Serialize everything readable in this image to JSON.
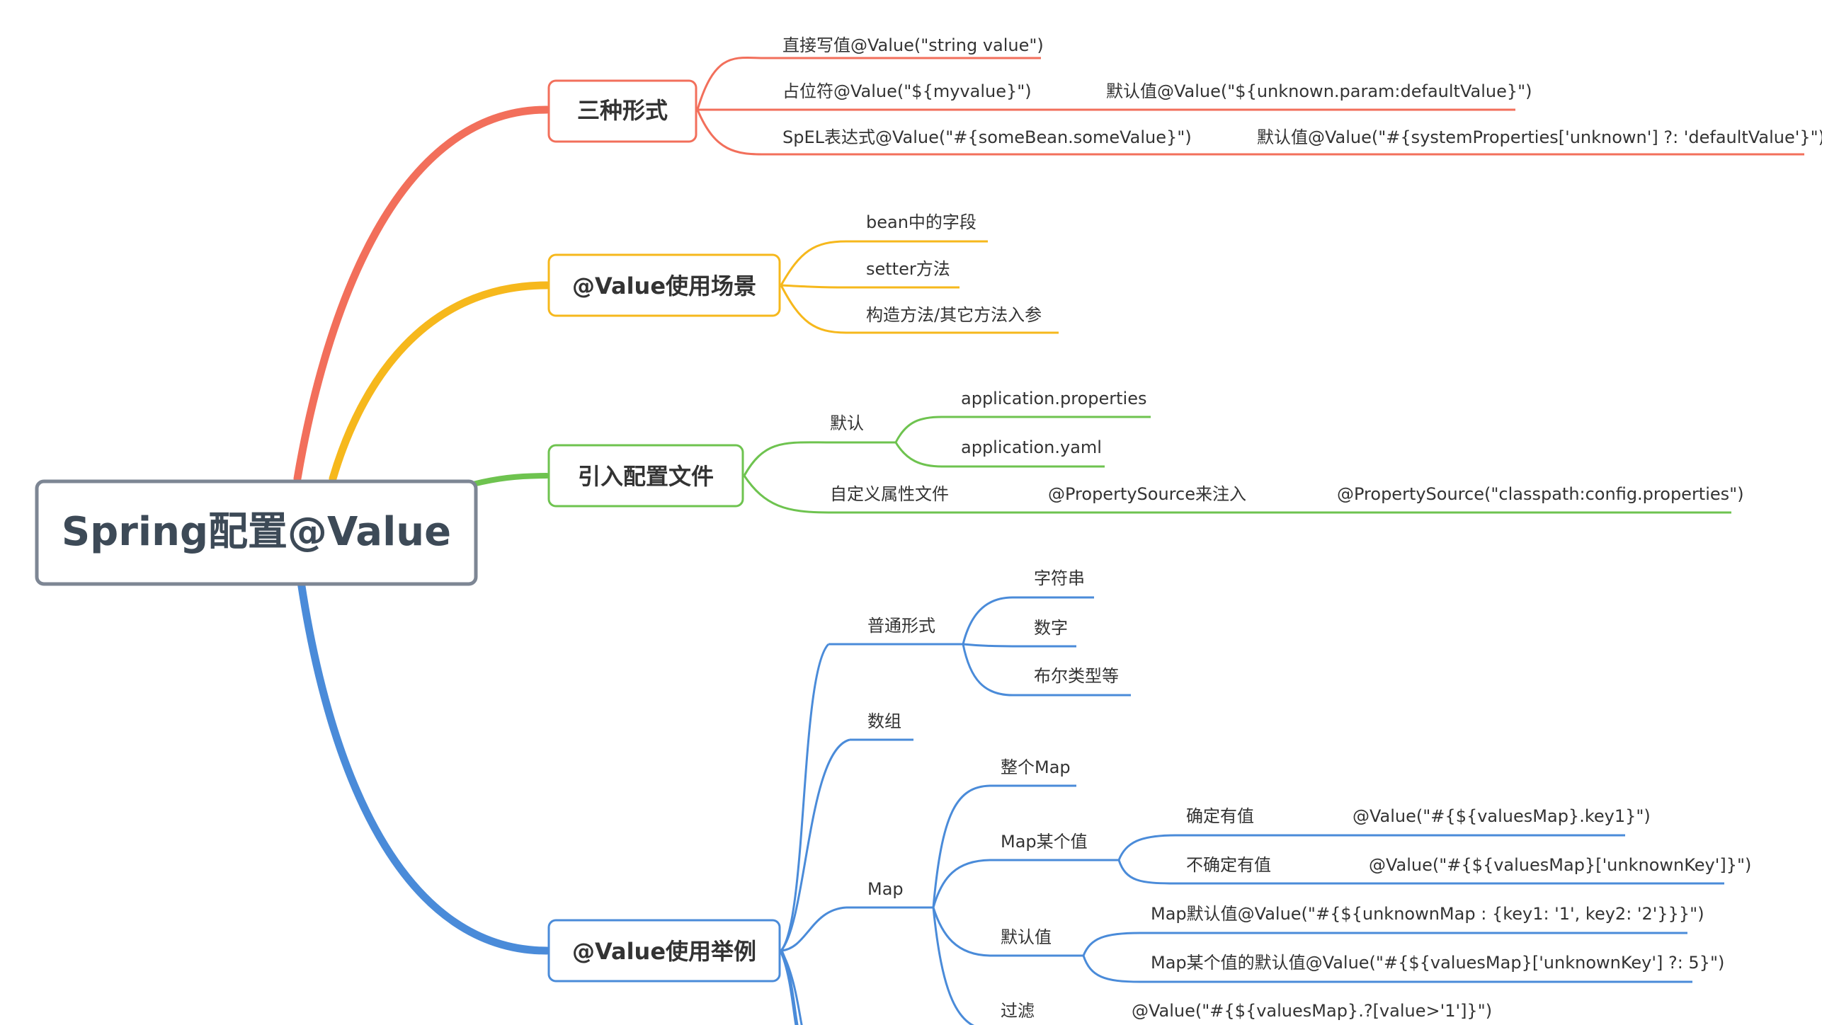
{
  "root": {
    "label": "Spring配置@Value"
  },
  "colors": {
    "red": "#f26f5b",
    "orange": "#f6b81c",
    "green": "#6ec34f",
    "blue": "#4a8bd9",
    "root_border": "#7d8694"
  },
  "branch1": {
    "title": "三种形式",
    "literal": "直接写值@Value(\"string value\")",
    "placeholder": "占位符@Value(\"${myvalue}\")",
    "placeholder_default": "默认值@Value(\"${unknown.param:defaultValue}\")",
    "spel": "SpEL表达式@Value(\"#{someBean.someValue}\")",
    "spel_default": "默认值@Value(\"#{systemProperties['unknown'] ?: 'defaultValue'}\")"
  },
  "branch2": {
    "title": "@Value使用场景",
    "field": "bean中的字段",
    "setter": "setter方法",
    "ctor": "构造方法/其它方法入参"
  },
  "branch3": {
    "title": "引入配置文件",
    "default": "默认",
    "props": "application.properties",
    "yaml": "application.yaml",
    "custom": "自定义属性文件",
    "inject": "@PropertySource来注入",
    "inject_example": "@PropertySource(\"classpath:config.properties\")"
  },
  "branch4": {
    "title": "@Value使用举例",
    "normal": "普通形式",
    "string": "字符串",
    "number": "数字",
    "bool": "布尔类型等",
    "array": "数组",
    "map": "Map",
    "whole_map": "整个Map",
    "map_one": "Map某个值",
    "has_value": "确定有值",
    "has_value_expr": "@Value(\"#{${valuesMap}.key1}\")",
    "unsure_value": "不确定有值",
    "unsure_value_expr": "@Value(\"#{${valuesMap}['unknownKey']}\")",
    "default_value": "默认值",
    "map_default": "Map默认值@Value(\"#{${unknownMap : {key1: '1', key2: '2'}}}\")",
    "map_one_default": "Map某个值的默认值@Value(\"#{${valuesMap}['unknownKey'] ?: 5}\")",
    "filter": "过滤",
    "filter_expr": "@Value(\"#{${valuesMap}.?[value>'1']}\")"
  }
}
